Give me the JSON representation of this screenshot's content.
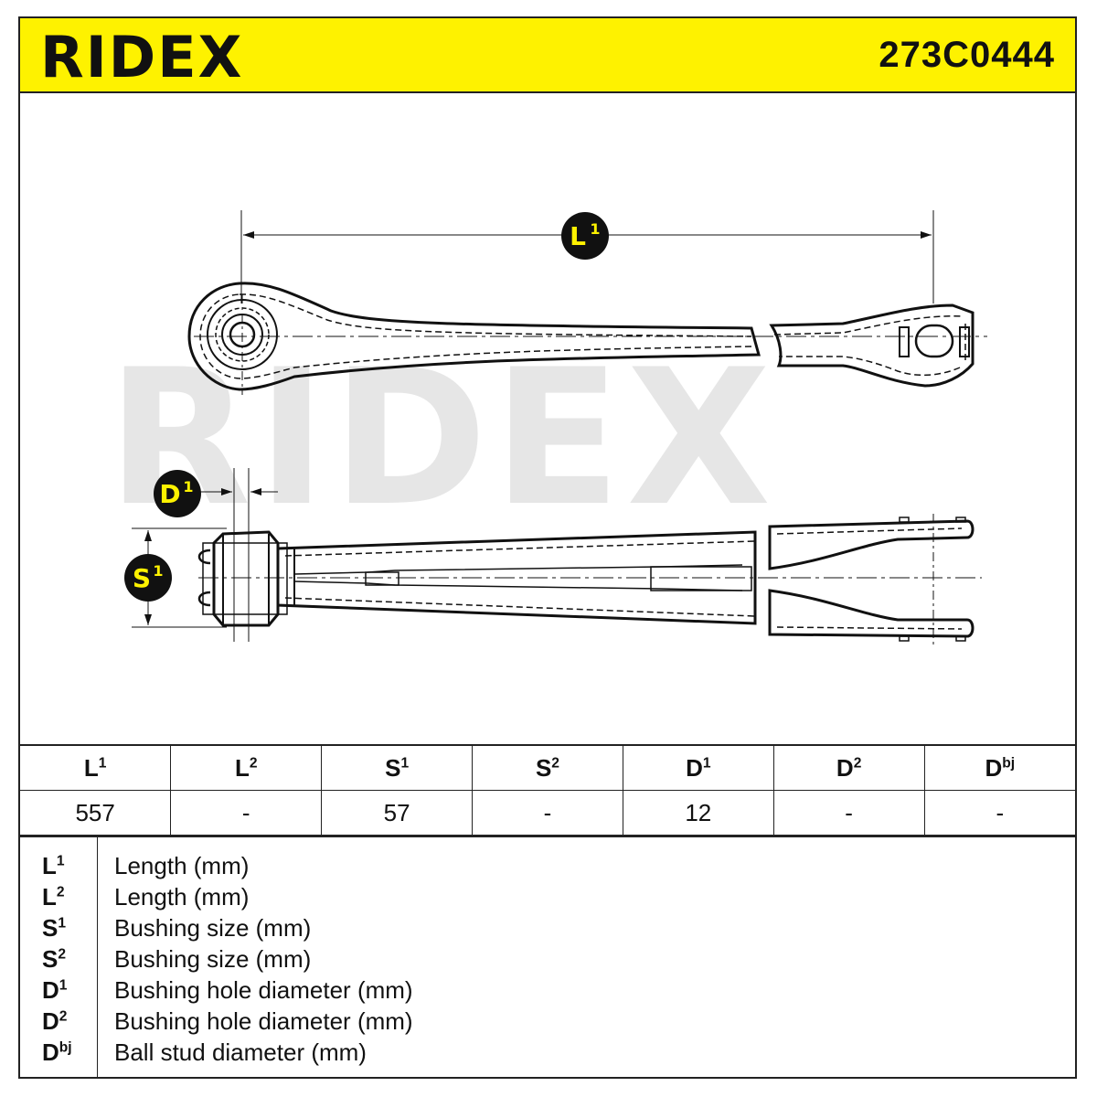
{
  "brand": "RIDEX",
  "part_number": "273C0444",
  "watermark": "RIDEX",
  "callouts": {
    "l1": {
      "base": "L",
      "sup": "1"
    },
    "d1": {
      "base": "D",
      "sup": "1"
    },
    "s1": {
      "base": "S",
      "sup": "1"
    }
  },
  "table": {
    "headers": [
      {
        "base": "L",
        "sup": "1"
      },
      {
        "base": "L",
        "sup": "2"
      },
      {
        "base": "S",
        "sup": "1"
      },
      {
        "base": "S",
        "sup": "2"
      },
      {
        "base": "D",
        "sup": "1"
      },
      {
        "base": "D",
        "sup": "2"
      },
      {
        "base": "D",
        "sup": "bj"
      }
    ],
    "values": [
      "557",
      "-",
      "57",
      "-",
      "12",
      "-",
      "-"
    ]
  },
  "legend": [
    {
      "base": "L",
      "sup": "1",
      "desc": "Length (mm)"
    },
    {
      "base": "L",
      "sup": "2",
      "desc": "Length (mm)"
    },
    {
      "base": "S",
      "sup": "1",
      "desc": "Bushing size (mm)"
    },
    {
      "base": "S",
      "sup": "2",
      "desc": "Bushing size (mm)"
    },
    {
      "base": "D",
      "sup": "1",
      "desc": "Bushing hole diameter (mm)"
    },
    {
      "base": "D",
      "sup": "2",
      "desc": "Bushing hole diameter (mm)"
    },
    {
      "base": "D",
      "sup": "bj",
      "desc": "Ball stud diameter (mm)"
    }
  ],
  "colors": {
    "header_bg": "#fef200",
    "line": "#111111",
    "watermark": "#e6e6e6"
  }
}
